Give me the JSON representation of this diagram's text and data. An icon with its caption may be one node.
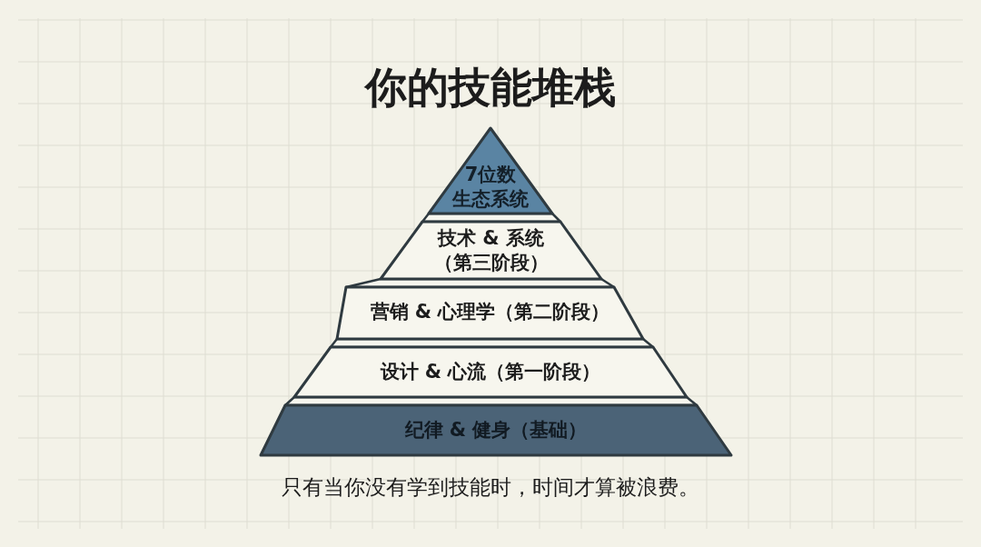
{
  "diagram": {
    "title": "你的技能堆栈",
    "nodes": [
      {
        "text": [
          "7位数",
          "生态系统"
        ]
      },
      {
        "text": [
          "技术 & 系统（第三阶段）"
        ]
      },
      {
        "text": [
          "营销 & 心理学（第二阶段）"
        ]
      },
      {
        "text": [
          "设计 & 心流（第一阶段）"
        ]
      },
      {
        "text": [
          "纪律 & 健身（基础）"
        ]
      }
    ],
    "caption": "只有当你没有学到技能时，时间才算被浪费。"
  }
}
